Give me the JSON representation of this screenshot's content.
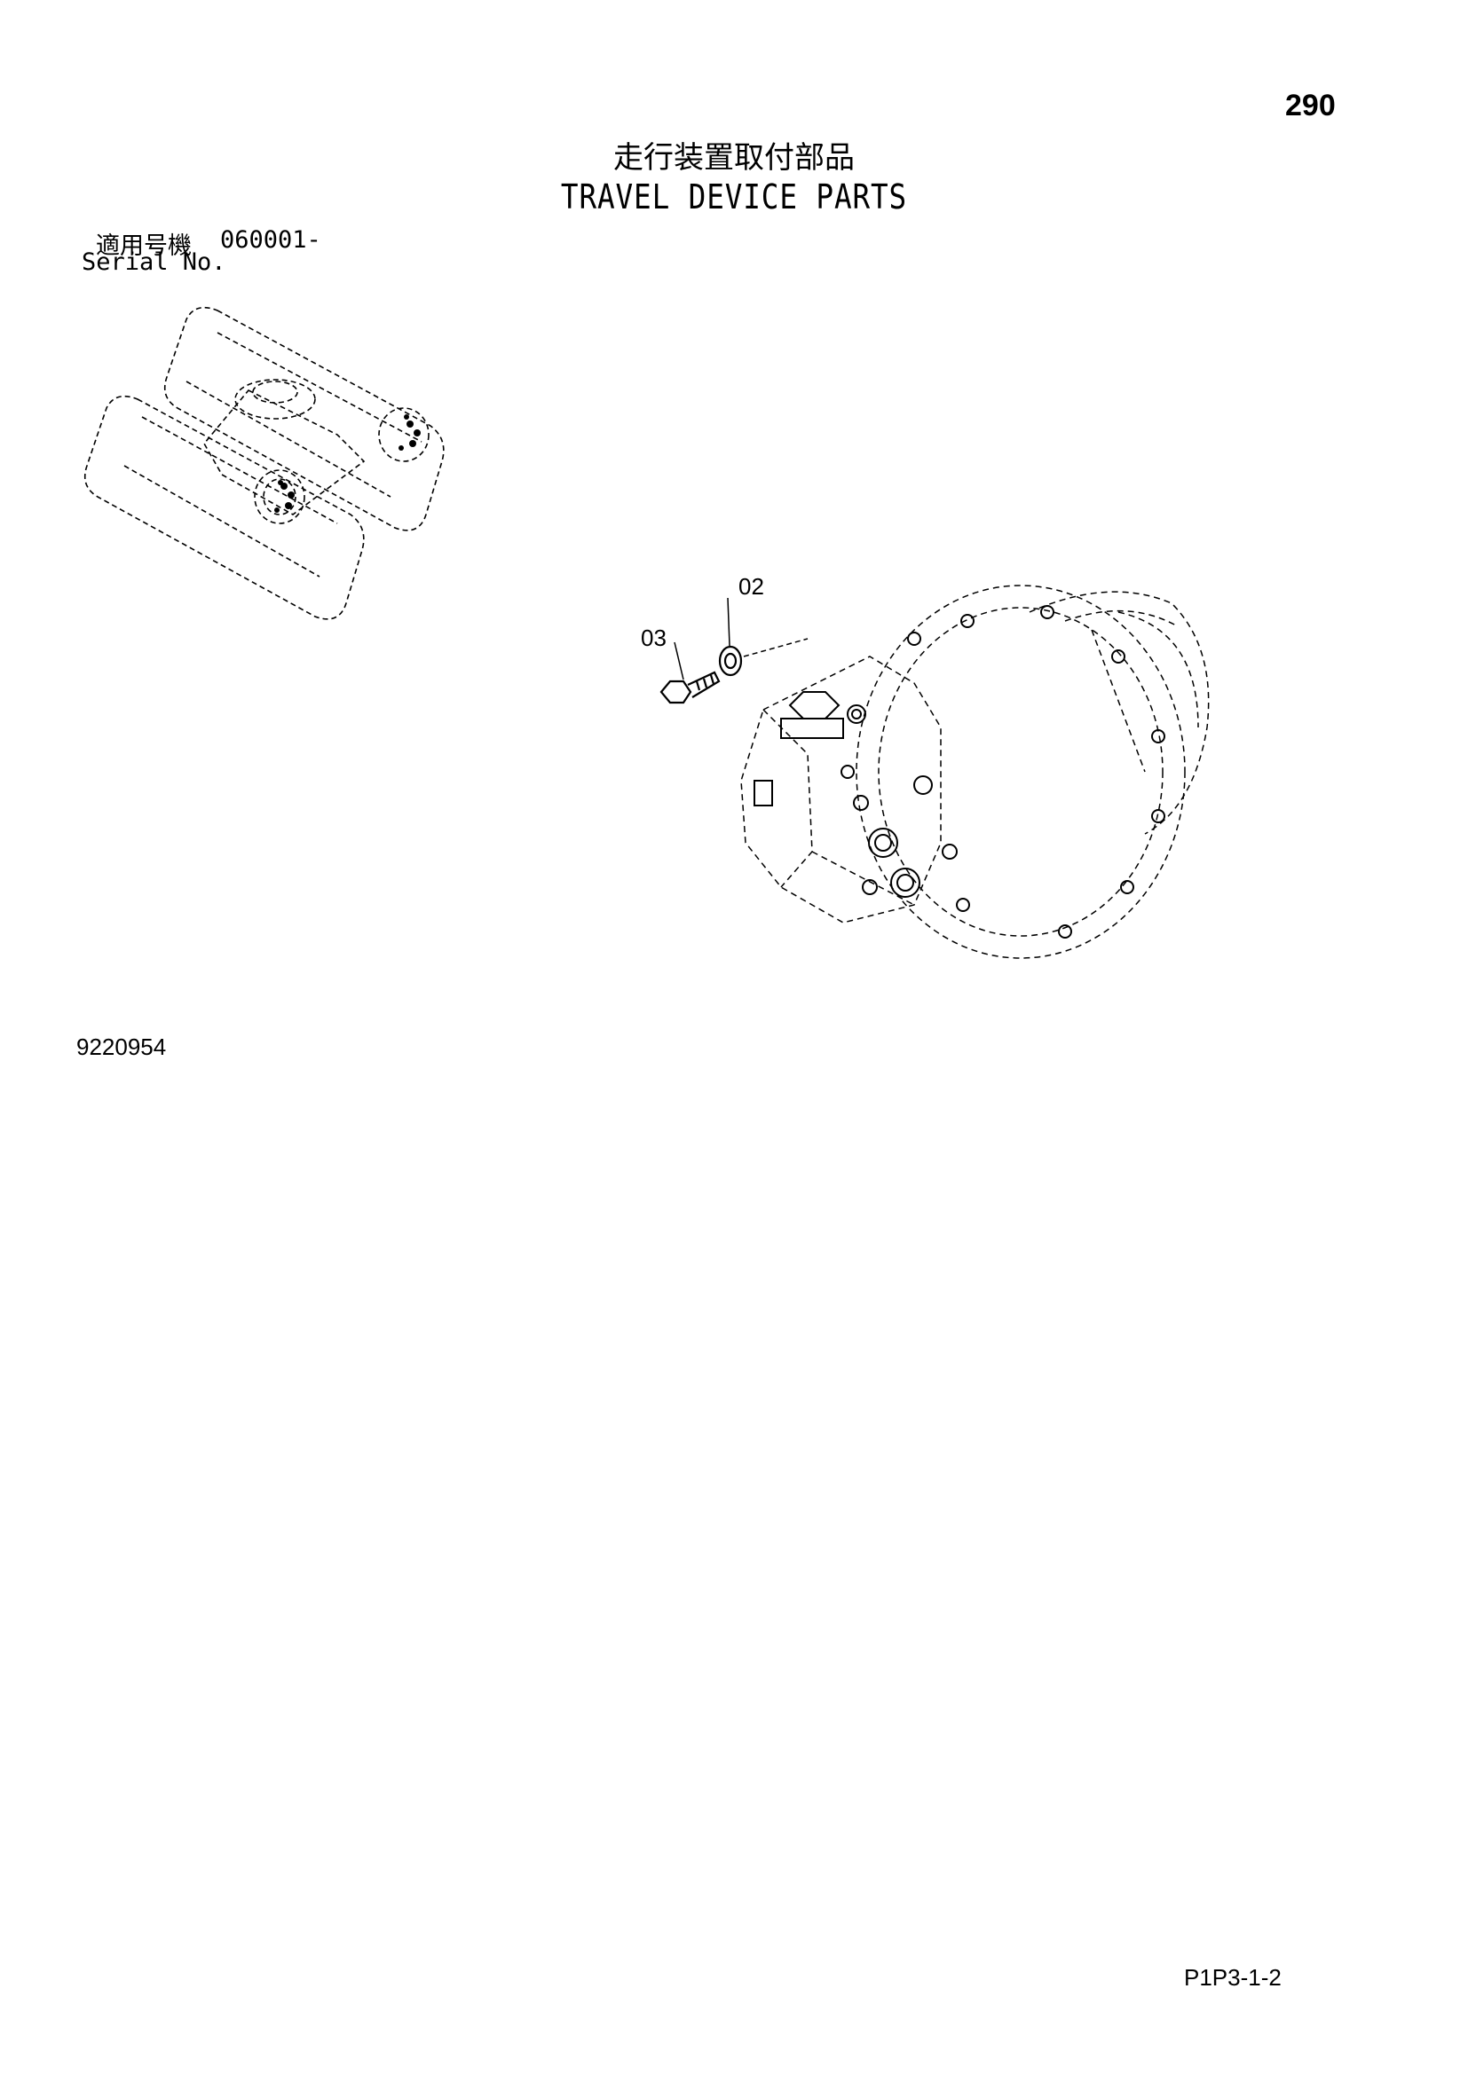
{
  "header": {
    "page_number": "290",
    "title_ja": "走行装置取付部品",
    "title_en": "TRAVEL DEVICE PARTS"
  },
  "serial": {
    "label_ja": "適用号機",
    "value": "060001-",
    "label_en": "Serial No."
  },
  "diagram": {
    "callouts": [
      "02",
      "03"
    ]
  },
  "footer": {
    "drawing_number": "9220954",
    "page_code": "P1P3-1-2"
  }
}
